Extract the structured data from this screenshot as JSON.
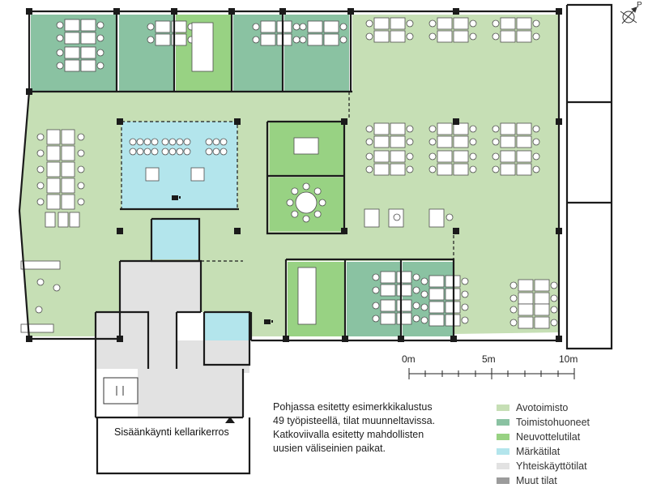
{
  "note": {
    "lines": [
      "Pohjassa esitetty esimerkkikalustus",
      "49 työpisteellä, tilat muunneltavissa.",
      "Katkoviivalla esitetty mahdollisten",
      "uusien väliseinien paikat."
    ]
  },
  "entrance_label": "Sisäänkäynti kellarikerros",
  "compass_label": "P",
  "scale": {
    "labels": [
      "0m",
      "5m",
      "10m"
    ]
  },
  "legend": {
    "items": [
      {
        "label": "Avotoimisto",
        "color": "#c6dfb5"
      },
      {
        "label": "Toimistohuoneet",
        "color": "#8ac2a2"
      },
      {
        "label": "Neuvottelutilat",
        "color": "#98d283"
      },
      {
        "label": "Märkätilat",
        "color": "#b3e5ec"
      },
      {
        "label": "Yhteiskäyttötilat",
        "color": "#e2e2e2"
      },
      {
        "label": "Muut tilat",
        "color": "#9c9c9c"
      }
    ]
  },
  "colors": {
    "wall": "#1b1b1b",
    "furniture": "#ffffff",
    "furniture_stroke": "#4d4d4d"
  }
}
